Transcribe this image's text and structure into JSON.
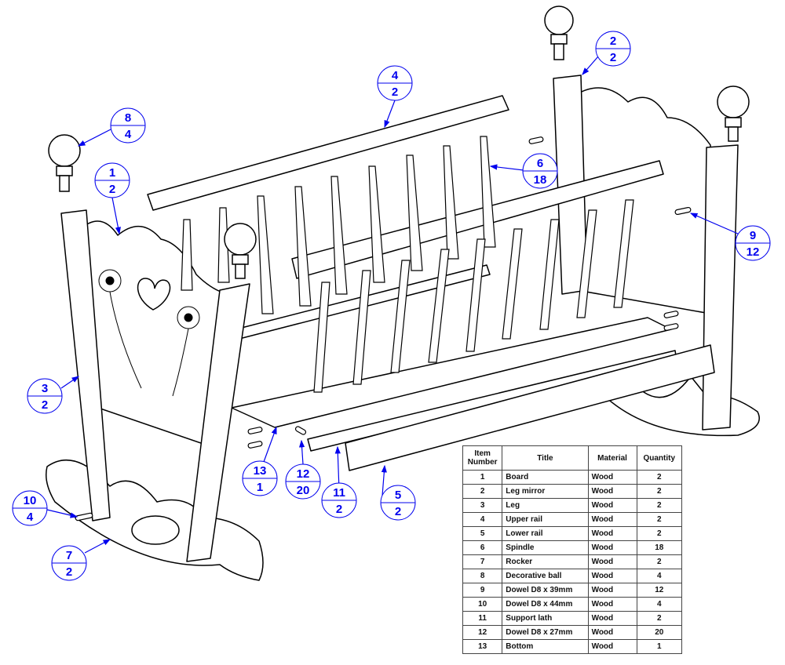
{
  "balloons": [
    {
      "id": "b1",
      "top": "1",
      "bottom": "2"
    },
    {
      "id": "b2",
      "top": "2",
      "bottom": "2"
    },
    {
      "id": "b3",
      "top": "3",
      "bottom": "2"
    },
    {
      "id": "b4",
      "top": "4",
      "bottom": "2"
    },
    {
      "id": "b5",
      "top": "5",
      "bottom": "2"
    },
    {
      "id": "b6",
      "top": "6",
      "bottom": "18"
    },
    {
      "id": "b7",
      "top": "7",
      "bottom": "2"
    },
    {
      "id": "b8",
      "top": "8",
      "bottom": "4"
    },
    {
      "id": "b9",
      "top": "9",
      "bottom": "12"
    },
    {
      "id": "b10",
      "top": "10",
      "bottom": "4"
    },
    {
      "id": "b11",
      "top": "11",
      "bottom": "2"
    },
    {
      "id": "b12",
      "top": "12",
      "bottom": "20"
    },
    {
      "id": "b13",
      "top": "13",
      "bottom": "1"
    }
  ],
  "bom": {
    "headers": [
      "Item Number",
      "Title",
      "Material",
      "Quantity"
    ],
    "rows": [
      [
        "1",
        "Board",
        "Wood",
        "2"
      ],
      [
        "2",
        "Leg mirror",
        "Wood",
        "2"
      ],
      [
        "3",
        "Leg",
        "Wood",
        "2"
      ],
      [
        "4",
        "Upper rail",
        "Wood",
        "2"
      ],
      [
        "5",
        "Lower rail",
        "Wood",
        "2"
      ],
      [
        "6",
        "Spindle",
        "Wood",
        "18"
      ],
      [
        "7",
        "Rocker",
        "Wood",
        "2"
      ],
      [
        "8",
        "Decorative ball",
        "Wood",
        "4"
      ],
      [
        "9",
        "Dowel D8 x 39mm",
        "Wood",
        "12"
      ],
      [
        "10",
        "Dowel D8 x 44mm",
        "Wood",
        "4"
      ],
      [
        "11",
        "Support lath",
        "Wood",
        "2"
      ],
      [
        "12",
        "Dowel D8 x 27mm",
        "Wood",
        "20"
      ],
      [
        "13",
        "Bottom",
        "Wood",
        "1"
      ]
    ]
  },
  "colors": {
    "balloon": "#0000ee",
    "line": "#000000"
  }
}
